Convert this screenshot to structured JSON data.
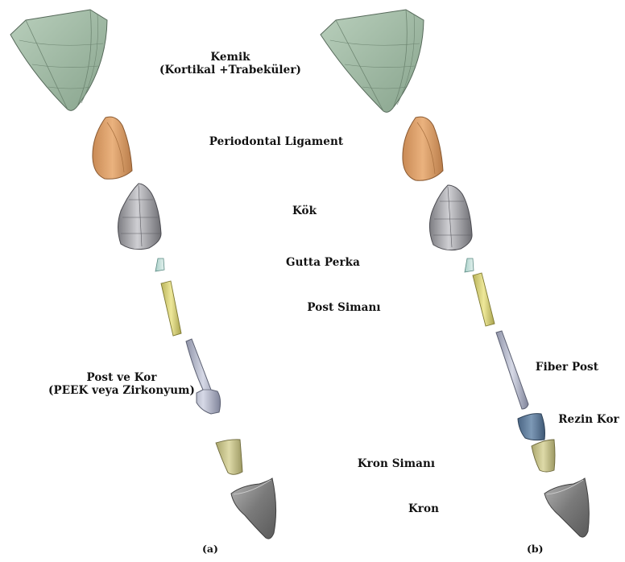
{
  "labels": {
    "kemik_line1": "Kemik",
    "kemik_line2": "(Kortikal +Trabeküler)",
    "periodontal": "Periodontal Ligament",
    "kok": "Kök",
    "gutta": "Gutta Perka",
    "post_simani": "Post Simanı",
    "post_ve_kor_line1": "Post ve Kor",
    "post_ve_kor_line2": "(PEEK veya Zirkonyum)",
    "fiber_post": "Fiber Post",
    "rezin_kor": "Rezin Kor",
    "kron_simani": "Kron Simanı",
    "kron": "Kron"
  },
  "captions": {
    "a": "(a)",
    "b": "(b)"
  },
  "colors": {
    "bone": "#9fb8a3",
    "ligament": "#d89a62",
    "root": "#9a9a9e",
    "gutta": "#c8e0dc",
    "post_cement": "#d9d27a",
    "post_core": "#aeb2c4",
    "resin_core": "#5c7896",
    "crown_cement": "#c8c48e",
    "crown": "#8c8c8c"
  }
}
